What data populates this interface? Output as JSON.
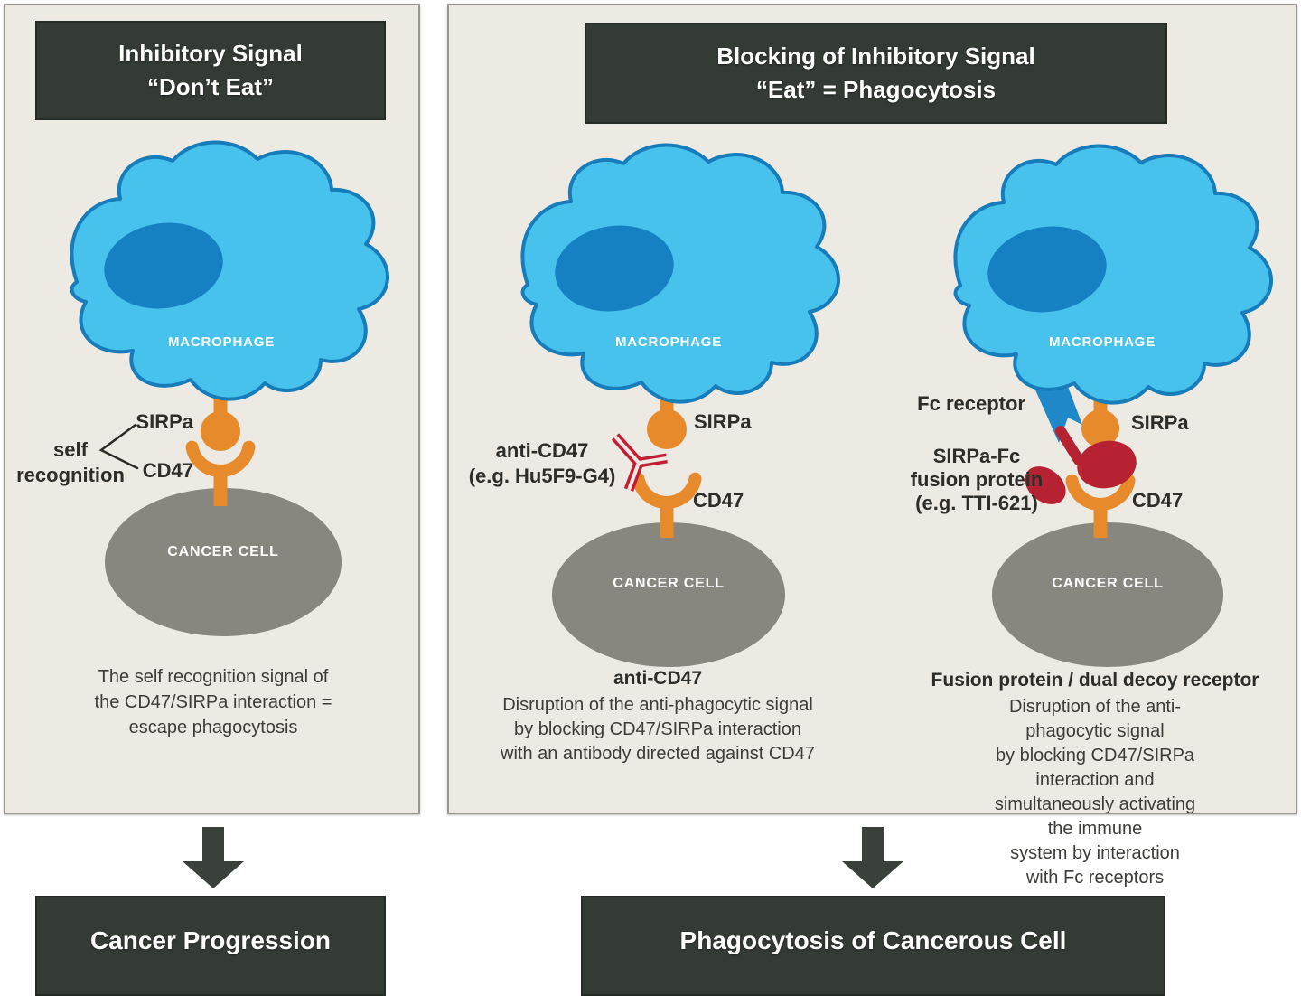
{
  "colors": {
    "panel_background": "#EDEAE3",
    "panel_border": "#97978F",
    "dark_box": "#343B35",
    "macrophage_fill": "#46C2ED",
    "macrophage_outline": "#177CBA",
    "nucleus_blue": "#1580C2",
    "receptor_orange": "#E68A2C",
    "antibody_red": "#C41C33",
    "fusion_red": "#B72232",
    "fc_receptor_blue": "#1E88C8",
    "cancer_gray": "#87867F",
    "arrow_dark": "#3A413B",
    "text_dark": "#3C3C39"
  },
  "left_panel": {
    "header": "Inhibitory Signal\n“Don’t Eat”",
    "macrophage_label": "MACROPHAGE",
    "cancer_label": "CANCER CELL",
    "sirpa_label": "SIRPa",
    "cd47_label": "CD47",
    "self_recognition_label": "self\nrecognition",
    "caption": "The self recognition signal of\nthe CD47/SIRPa interaction =\nescape phagocytosis",
    "outcome_label": "Cancer Progression"
  },
  "right_panel": {
    "header": "Blocking of Inhibitory Signal\n“Eat” = Phagocytosis",
    "antibody_diagram": {
      "macrophage_label": "MACROPHAGE",
      "cancer_label": "CANCER CELL",
      "sirpa_label": "SIRPa",
      "cd47_label": "CD47",
      "antibody_label": "anti-CD47\n(e.g. Hu5F9-G4)",
      "caption_title": "anti-CD47",
      "caption": "Disruption of the anti-phagocytic signal\nby blocking CD47/SIRPa interaction\nwith an antibody directed against CD47"
    },
    "fusion_diagram": {
      "macrophage_label": "MACROPHAGE",
      "cancer_label": "CANCER CELL",
      "fc_receptor_label": "Fc receptor",
      "sirpa_label": "SIRPa",
      "cd47_label": "CD47",
      "fusion_label": "SIRPa-Fc\nfusion protein\n(e.g. TTI-621)",
      "caption_title": "Fusion protein / dual decoy receptor",
      "caption": "Disruption of the anti-phagocytic signal\nby blocking CD47/SIRPa interaction and\nsimultaneously activating the immune\nsystem by interaction with Fc receptors"
    },
    "outcome_label": "Phagocytosis of Cancerous Cell"
  }
}
